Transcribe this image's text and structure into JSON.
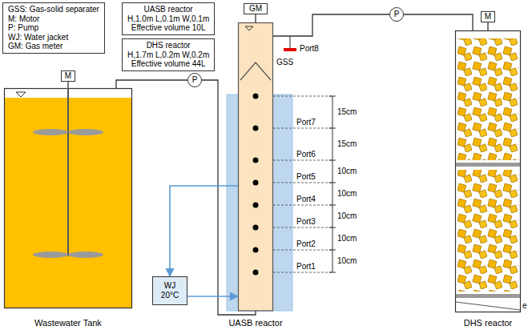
{
  "diagram": {
    "nodes": [
      {
        "text": [
          "GSS: Gas-solid separater",
          "M: Motor",
          "P: Pump",
          "WJ: Water jacket",
          "GM: Gas meter"
        ]
      },
      {
        "text": [
          "UASB reactor",
          "H,1.0m L,0.1m W,0.1m",
          "Effective volume 10L"
        ]
      },
      {
        "text": [
          "DHS reactor",
          "H,1.7m L,0.2m W,0.2m",
          "Effective volume 44L"
        ]
      },
      {
        "text": [
          "M"
        ]
      },
      {
        "text": [
          "Wastewater Tank"
        ]
      },
      {
        "text": [
          "P"
        ]
      },
      {
        "text": [
          "GM"
        ]
      },
      {
        "text": [
          "UASB reactor"
        ]
      },
      {
        "text": [
          "P"
        ]
      },
      {
        "text": [
          "M"
        ]
      },
      {
        "text": [
          "DHS reactor"
        ]
      },
      {
        "text": [
          "WJ",
          "20°C"
        ]
      }
    ],
    "edges": [
      {
        "from": 3,
        "to": 4,
        "arrow": "none"
      },
      {
        "from": 4,
        "to": 5,
        "arrow": "none"
      },
      {
        "from": 5,
        "to": 7,
        "arrow": "none"
      },
      {
        "from": 6,
        "to": 7,
        "arrow": "none"
      },
      {
        "from": 7,
        "to": 8,
        "arrow": "none"
      },
      {
        "from": 8,
        "to": 10,
        "arrow": "none"
      },
      {
        "from": 9,
        "to": 10,
        "arrow": "none"
      },
      {
        "from": 7,
        "to": 11,
        "arrow": "to"
      },
      {
        "from": 11,
        "to": 7,
        "arrow": "to"
      }
    ],
    "labels": [
      "GSS",
      "Port8",
      "Port7",
      "Port6",
      "Port5",
      "Port4",
      "Port3",
      "Port2",
      "Port1",
      "15cm",
      "15cm",
      "10cm",
      "10cm",
      "10cm",
      "10cm",
      "10cm",
      "e"
    ]
  }
}
